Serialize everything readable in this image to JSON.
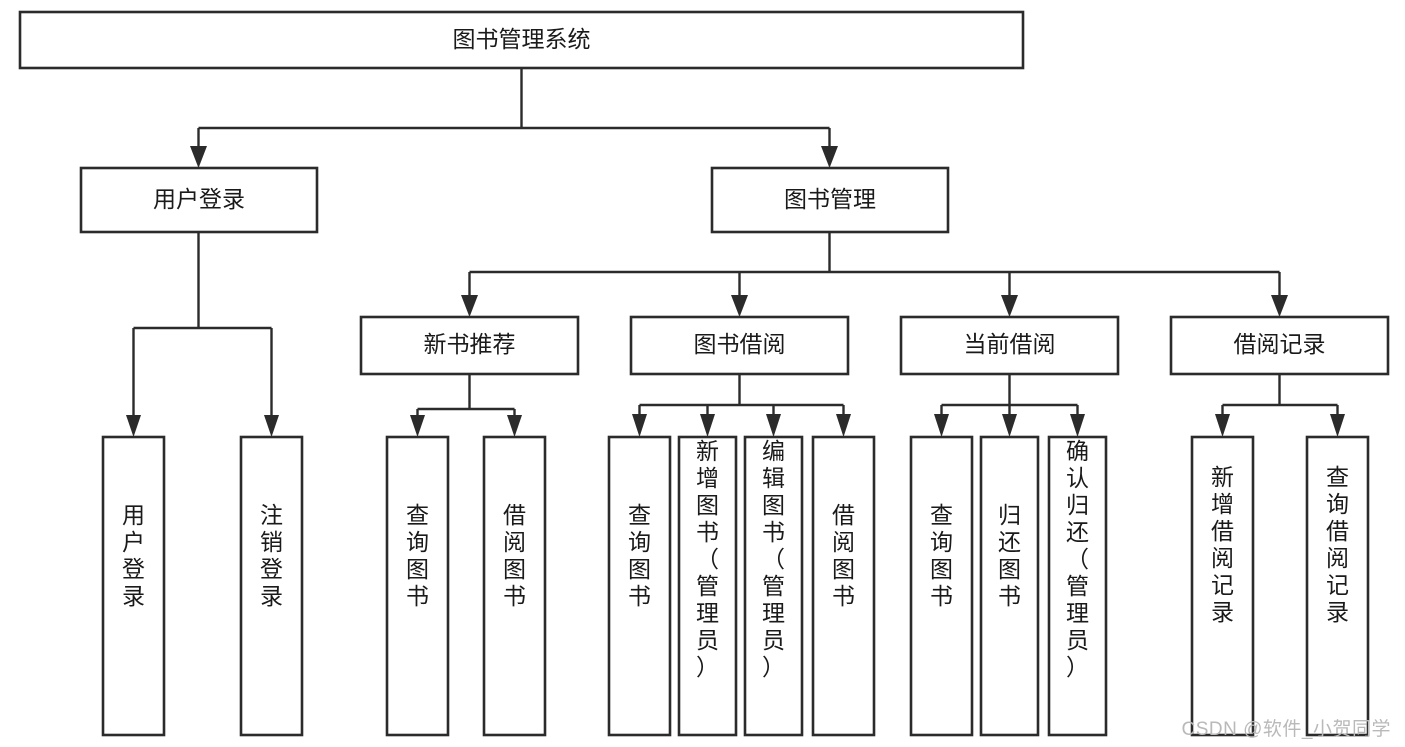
{
  "diagram": {
    "type": "hierarchy-tree",
    "title": "图书管理系统",
    "watermark": "CSDN @软件_小贺同学",
    "colors": {
      "box_stroke": "#2b2b2b",
      "box_fill": "#ffffff",
      "connector": "#2b2b2b",
      "text": "#1a1a1a",
      "watermark": "#b9b9b9",
      "background": "#ffffff"
    },
    "levels": {
      "root": {
        "label": "图书管理系统",
        "orientation": "horizontal"
      },
      "level2": [
        {
          "label": "用户登录",
          "orientation": "horizontal"
        },
        {
          "label": "图书管理",
          "orientation": "horizontal"
        }
      ],
      "level3": [
        {
          "label": "新书推荐",
          "orientation": "horizontal",
          "parent": "图书管理"
        },
        {
          "label": "图书借阅",
          "orientation": "horizontal",
          "parent": "图书管理"
        },
        {
          "label": "当前借阅",
          "orientation": "horizontal",
          "parent": "图书管理"
        },
        {
          "label": "借阅记录",
          "orientation": "horizontal",
          "parent": "图书管理"
        }
      ],
      "leaves": [
        {
          "label": "用户登录",
          "parent": "用户登录",
          "orientation": "vertical"
        },
        {
          "label": "注销登录",
          "parent": "用户登录",
          "orientation": "vertical"
        },
        {
          "label": "查询图书",
          "parent": "新书推荐",
          "orientation": "vertical"
        },
        {
          "label": "借阅图书",
          "parent": "新书推荐",
          "orientation": "vertical"
        },
        {
          "label": "查询图书",
          "parent": "图书借阅",
          "orientation": "vertical"
        },
        {
          "label": "新增图书（管理员）",
          "parent": "图书借阅",
          "orientation": "vertical"
        },
        {
          "label": "编辑图书（管理员）",
          "parent": "图书借阅",
          "orientation": "vertical"
        },
        {
          "label": "借阅图书",
          "parent": "图书借阅",
          "orientation": "vertical"
        },
        {
          "label": "查询图书",
          "parent": "当前借阅",
          "orientation": "vertical"
        },
        {
          "label": "归还图书",
          "parent": "当前借阅",
          "orientation": "vertical"
        },
        {
          "label": "确认归还（管理员）",
          "parent": "当前借阅",
          "orientation": "vertical"
        },
        {
          "label": "新增借阅记录",
          "parent": "借阅记录",
          "orientation": "vertical"
        },
        {
          "label": "查询借阅记录",
          "parent": "借阅记录",
          "orientation": "vertical"
        }
      ]
    },
    "nodes": {
      "root": "图书管理系统",
      "n_user_login": "用户登录",
      "n_book_mgmt": "图书管理",
      "n_new_rec": "新书推荐",
      "n_book_borrow": "图书借阅",
      "n_cur_borrow": "当前借阅",
      "n_borrow_log": "借阅记录",
      "l_user_login": "用户登录",
      "l_user_logout": "注销登录",
      "l_q1": "查询图书",
      "l_b1": "借阅图书",
      "l_q2": "查询图书",
      "l_add_book": "新增图书（管理员）",
      "l_edit_book": "编辑图书（管理员）",
      "l_b2": "借阅图书",
      "l_q3": "查询图书",
      "l_return": "归还图书",
      "l_confirm_return": "确认归还（管理员）",
      "l_add_log": "新增借阅记录",
      "l_query_log": "查询借阅记录"
    }
  }
}
